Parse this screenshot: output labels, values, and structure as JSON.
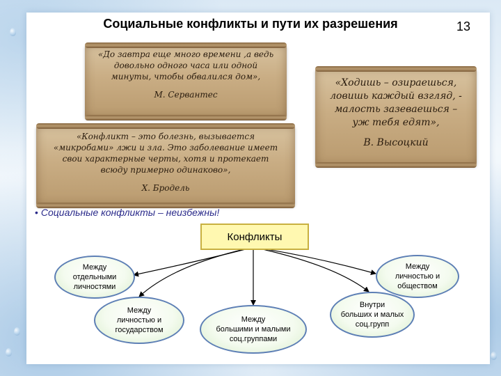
{
  "slide": {
    "title": "Социальные конфликты и пути их разрешения",
    "page_number": "13"
  },
  "quotes": [
    {
      "lines": [
        "«До завтра еще много времени ,а ведь",
        "довольно одного часа или одной",
        "минуты, чтобы обвалился дом»,"
      ],
      "author": "М. Сервантес"
    },
    {
      "lines": [
        "«Конфликт – это болезнь, вызывается",
        "«микробами» лжи и зла. Это заболевание имеет",
        "свои характерные черты, хотя и протекает",
        "всюду примерно одинаково»,"
      ],
      "author": "Х. Бродель"
    },
    {
      "lines": [
        "«Ходишь – озираешься,",
        "ловишь каждый взгляд, -",
        "малость зазеваешься –",
        "уж тебя едят»,"
      ],
      "author": "В. Высоцкий"
    }
  ],
  "bullet": {
    "marker": "•",
    "text": "Социальные конфликты – неизбежны!"
  },
  "diagram": {
    "root": "Конфликты",
    "nodes": [
      {
        "lines": [
          "Между",
          "отдельными",
          "личностями"
        ]
      },
      {
        "lines": [
          "Между",
          "личностью и",
          "государством"
        ]
      },
      {
        "lines": [
          "Между",
          "большими и малыми",
          "соц.группами"
        ]
      },
      {
        "lines": [
          "Внутри",
          "больших и малых",
          "соц.групп"
        ]
      },
      {
        "lines": [
          "Между",
          "личностью и",
          "обществом"
        ]
      }
    ]
  },
  "colors": {
    "hub_fill": "#fff8b0",
    "node_border": "#5d7fb5",
    "bullet_text": "#2a2a8a"
  }
}
